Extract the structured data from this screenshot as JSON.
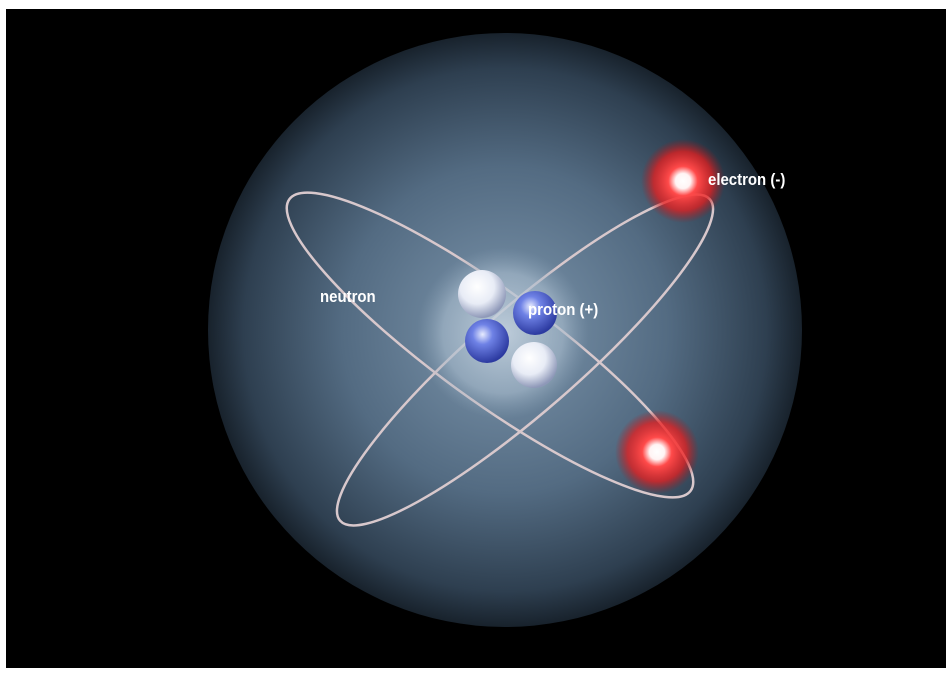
{
  "labels": {
    "electron": "electron (-)",
    "neutron": "neutron",
    "proton": "proton (+)"
  },
  "colors": {
    "background": "#000000",
    "sphere_center": "#6f8aa3",
    "sphere_edge": "#1e2a36",
    "orbit": "#d8c8cc",
    "electron_glow": "#ff2a2a",
    "proton": "#4a5fd0",
    "neutron": "#f2f4fa"
  }
}
